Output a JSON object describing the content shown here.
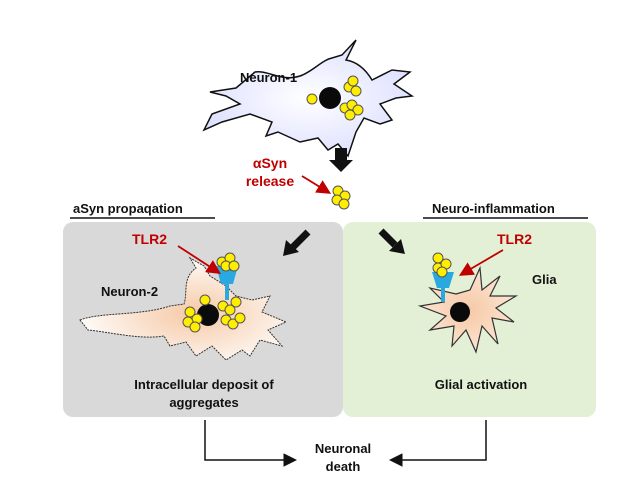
{
  "labels": {
    "neuron1": "Neuron-1",
    "asyn_release_line1": "αSyn",
    "asyn_release_line2": "release",
    "asyn_propagation": "aSyn propaqation",
    "neuro_inflammation": "Neuro-inflammation",
    "tlr2_left": "TLR2",
    "tlr2_right": "TLR2",
    "neuron2": "Neuron-2",
    "glia": "Glia",
    "intracellular_line1": "Intracellular deposit of",
    "intracellular_line2": "aggregates",
    "glial_activation": "Glial activation",
    "neuronal_death_line1": "Neuronal",
    "neuronal_death_line2": "death"
  },
  "colors": {
    "neuron1_fill": "#d9dcff",
    "neuron2_fill": "#f6c9a6",
    "glia_fill": "#f6c9a6",
    "left_panel": "#d9d9d9",
    "right_panel": "#e3f0d6",
    "aggregate": "#ffee00",
    "receptor": "#29a9e0",
    "accent_red": "#c00000"
  }
}
